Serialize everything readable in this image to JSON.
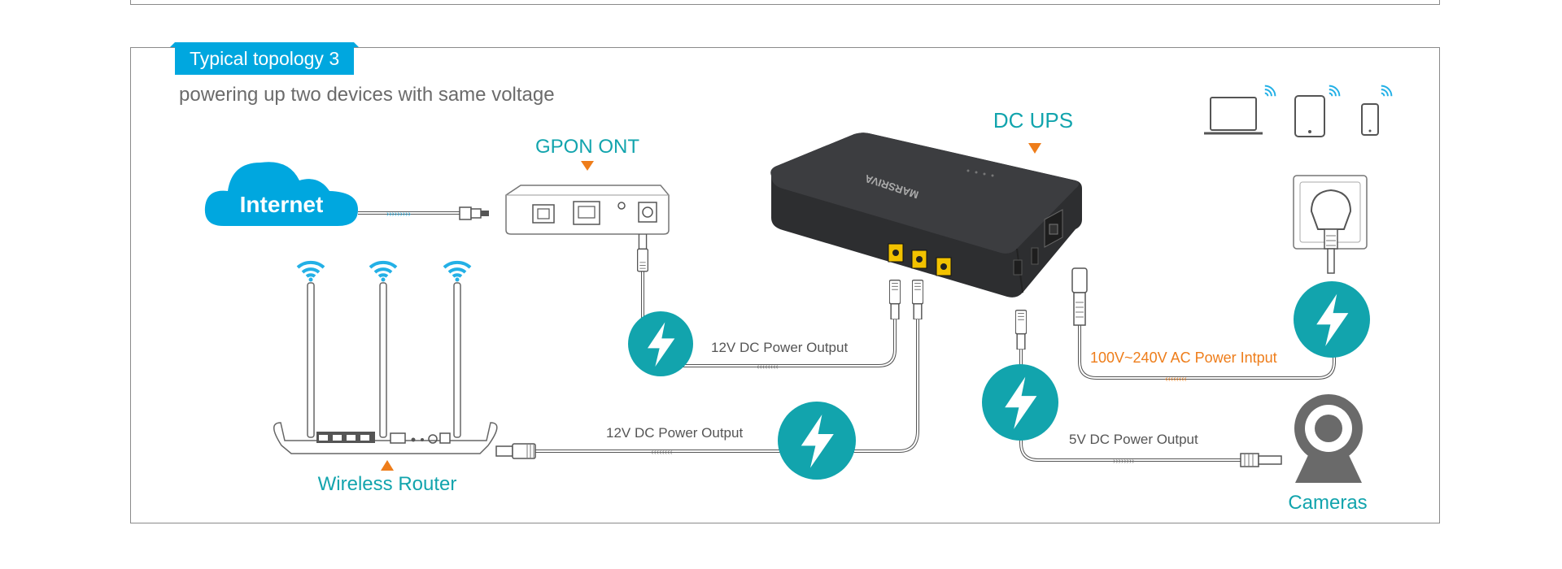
{
  "header": {
    "tab_label": "Typical topology 3",
    "subtitle": "powering up two devices with same voltage"
  },
  "nodes": {
    "internet": "Internet",
    "gpon": "GPON ONT",
    "dc_ups": "DC UPS",
    "router": "Wireless Router",
    "cameras": "Cameras",
    "ups_brand": "MARSRIVA"
  },
  "cables": {
    "out_gpon": "12V DC Power Output",
    "out_router": "12V DC Power Output",
    "out_camera": "5V DC Power Output",
    "ac_input": "100V~240V AC Power Intput"
  },
  "colors": {
    "accent_blue": "#00a7df",
    "teal": "#12a4ad",
    "orange": "#ee7d1a",
    "ups_body": "#333436",
    "port_yellow": "#f2c200",
    "wifi_blue": "#23b0e6"
  },
  "icons": [
    "cloud-icon",
    "wifi-icon",
    "lightning-icon",
    "laptop-icon",
    "tablet-icon",
    "phone-icon",
    "camera-icon",
    "outlet-icon",
    "arrow-down-icon",
    "arrow-up-icon"
  ]
}
